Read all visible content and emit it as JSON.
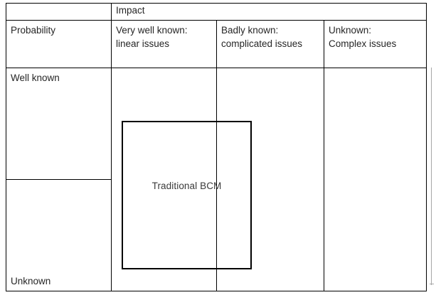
{
  "diagram": {
    "title_row": {
      "corner_label": "",
      "impact_label": "Impact"
    },
    "header_row": {
      "probability_label": "Probability",
      "columns": [
        "Very well known:\nlinear issues",
        "Badly known:\ncomplicated issues",
        "Unknown:\nComplex issues"
      ]
    },
    "row_labels": [
      "Well known",
      "Unknown"
    ],
    "callout": {
      "label": "Traditional BCM"
    },
    "colors": {
      "line": "#000000",
      "text": "#262626",
      "callout_text": "#3a3a3a",
      "scrollbar": "#a6a6a6",
      "background": "#ffffff"
    }
  }
}
